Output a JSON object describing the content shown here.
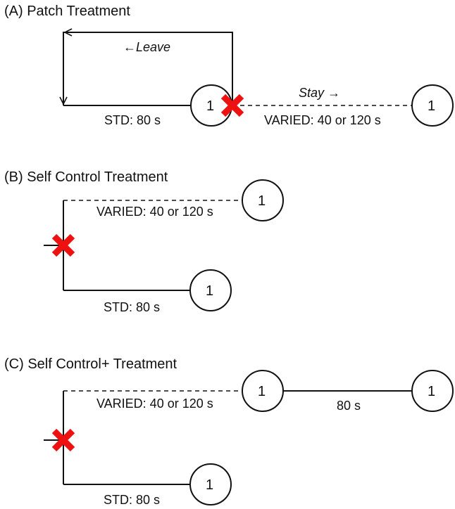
{
  "panels": {
    "a": {
      "title": "(A) Patch Treatment",
      "leave_label": "←Leave",
      "stay_label": "Stay →",
      "std_label": "STD: 80 s",
      "varied_label": "VARIED: 40 or 120 s",
      "node_left": "1",
      "node_right": "1"
    },
    "b": {
      "title": "(B) Self Control Treatment",
      "varied_label": "VARIED: 40 or 120 s",
      "std_label": "STD: 80 s",
      "node_top": "1",
      "node_bottom": "1"
    },
    "c": {
      "title": "(C) Self Control+ Treatment",
      "varied_label": "VARIED: 40 or 120 s",
      "extra_label": "80 s",
      "std_label": "STD: 80 s",
      "node_top": "1",
      "node_top_right": "1",
      "node_bottom": "1"
    }
  },
  "colors": {
    "line": "#111111",
    "choice_marker": "#ee1111",
    "background": "#ffffff"
  },
  "icons": {
    "choice_marker": "red-x-icon",
    "direction_arrow": "arrowhead-icon"
  }
}
